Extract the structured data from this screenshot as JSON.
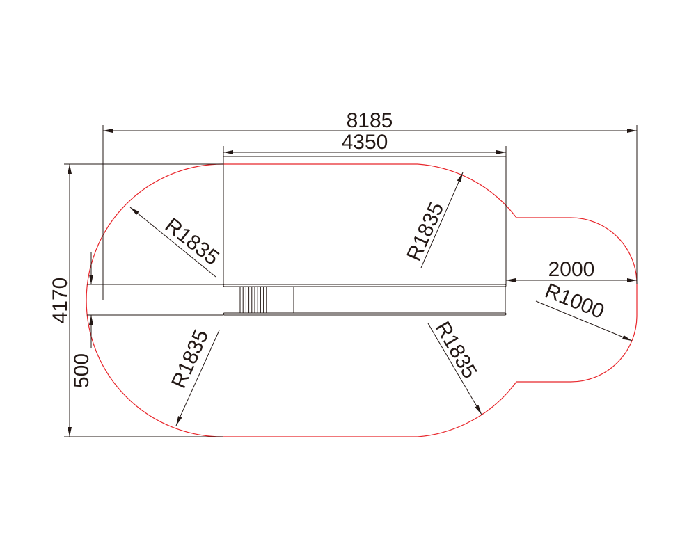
{
  "drawing": {
    "dimensions": {
      "overall_length": "8185",
      "platform_length": "4350",
      "overall_width": "4170",
      "walkway_width": "500",
      "end_length": "2000"
    },
    "radii": {
      "top_left": "R1835",
      "top_right": "R1835",
      "bottom_left": "R1835",
      "bottom_right": "R1835",
      "end": "R1000"
    },
    "colors": {
      "outline": "#e8262b",
      "lines": "#231815"
    }
  }
}
